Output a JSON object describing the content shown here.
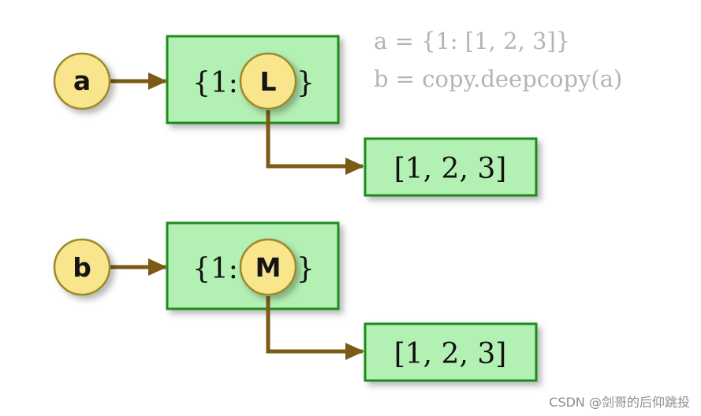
{
  "code_lines": [
    "a = {1: [1, 2, 3]}",
    "b = copy.deepcopy(a)"
  ],
  "variables": [
    {
      "name": "a",
      "dict_prefix": "{1:",
      "dict_suffix": "}",
      "ref_label": "L",
      "list_text": "[1, 2, 3]"
    },
    {
      "name": "b",
      "dict_prefix": "{1:",
      "dict_suffix": "}",
      "ref_label": "M",
      "list_text": "[1, 2, 3]"
    }
  ],
  "watermark": "CSDN @剑哥的后仰跳投",
  "colors": {
    "box_fill": "#b3f0b3",
    "box_stroke": "#1e8c1e",
    "circle_fill": "#f8e58c",
    "circle_stroke": "#9a8a2a",
    "arrow": "#7a5a14",
    "code_text": "#b4b4b4"
  }
}
